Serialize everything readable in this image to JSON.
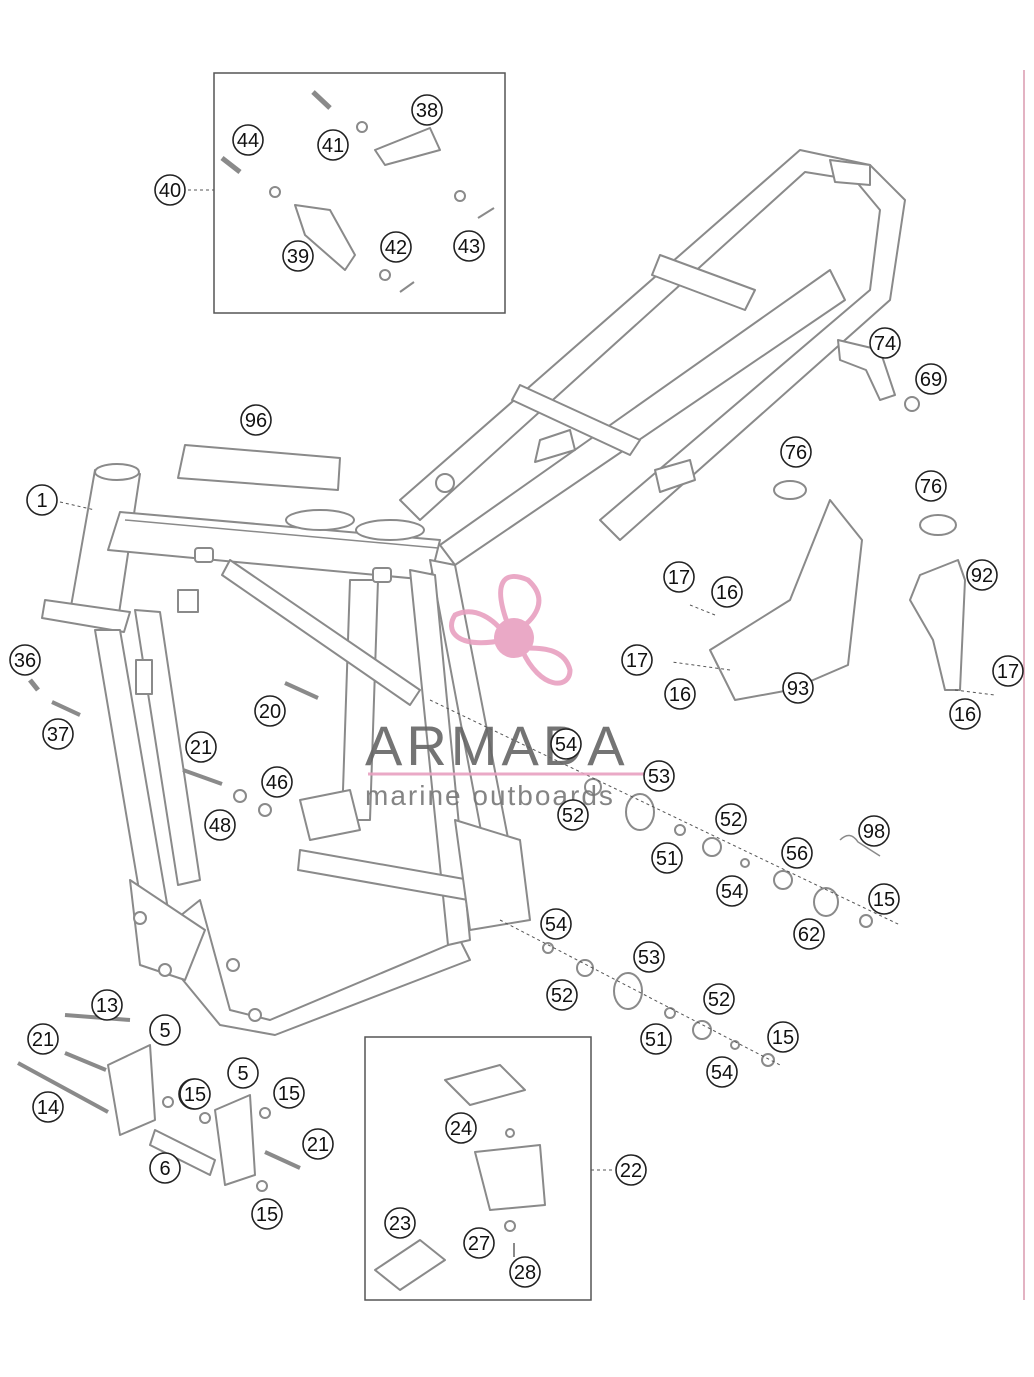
{
  "diagram": {
    "callouts": [
      "1",
      "5",
      "5",
      "6",
      "13",
      "14",
      "15",
      "15",
      "15",
      "15",
      "15",
      "15",
      "16",
      "16",
      "16",
      "17",
      "17",
      "17",
      "20",
      "21",
      "21",
      "21",
      "22",
      "23",
      "24",
      "27",
      "28",
      "36",
      "37",
      "38",
      "39",
      "40",
      "41",
      "42",
      "43",
      "44",
      "46",
      "48",
      "51",
      "51",
      "52",
      "52",
      "52",
      "52",
      "53",
      "53",
      "54",
      "54",
      "54",
      "54",
      "56",
      "62",
      "69",
      "74",
      "76",
      "76",
      "92",
      "93",
      "96",
      "98"
    ]
  },
  "watermark": {
    "brand": "ARMADA",
    "tagline": "marine outboards",
    "accent_color": "#e8a0c0"
  },
  "colors": {
    "line": "#8a8a8a",
    "callout_stroke": "#222222",
    "edge_rule": "#e3b3c3"
  }
}
